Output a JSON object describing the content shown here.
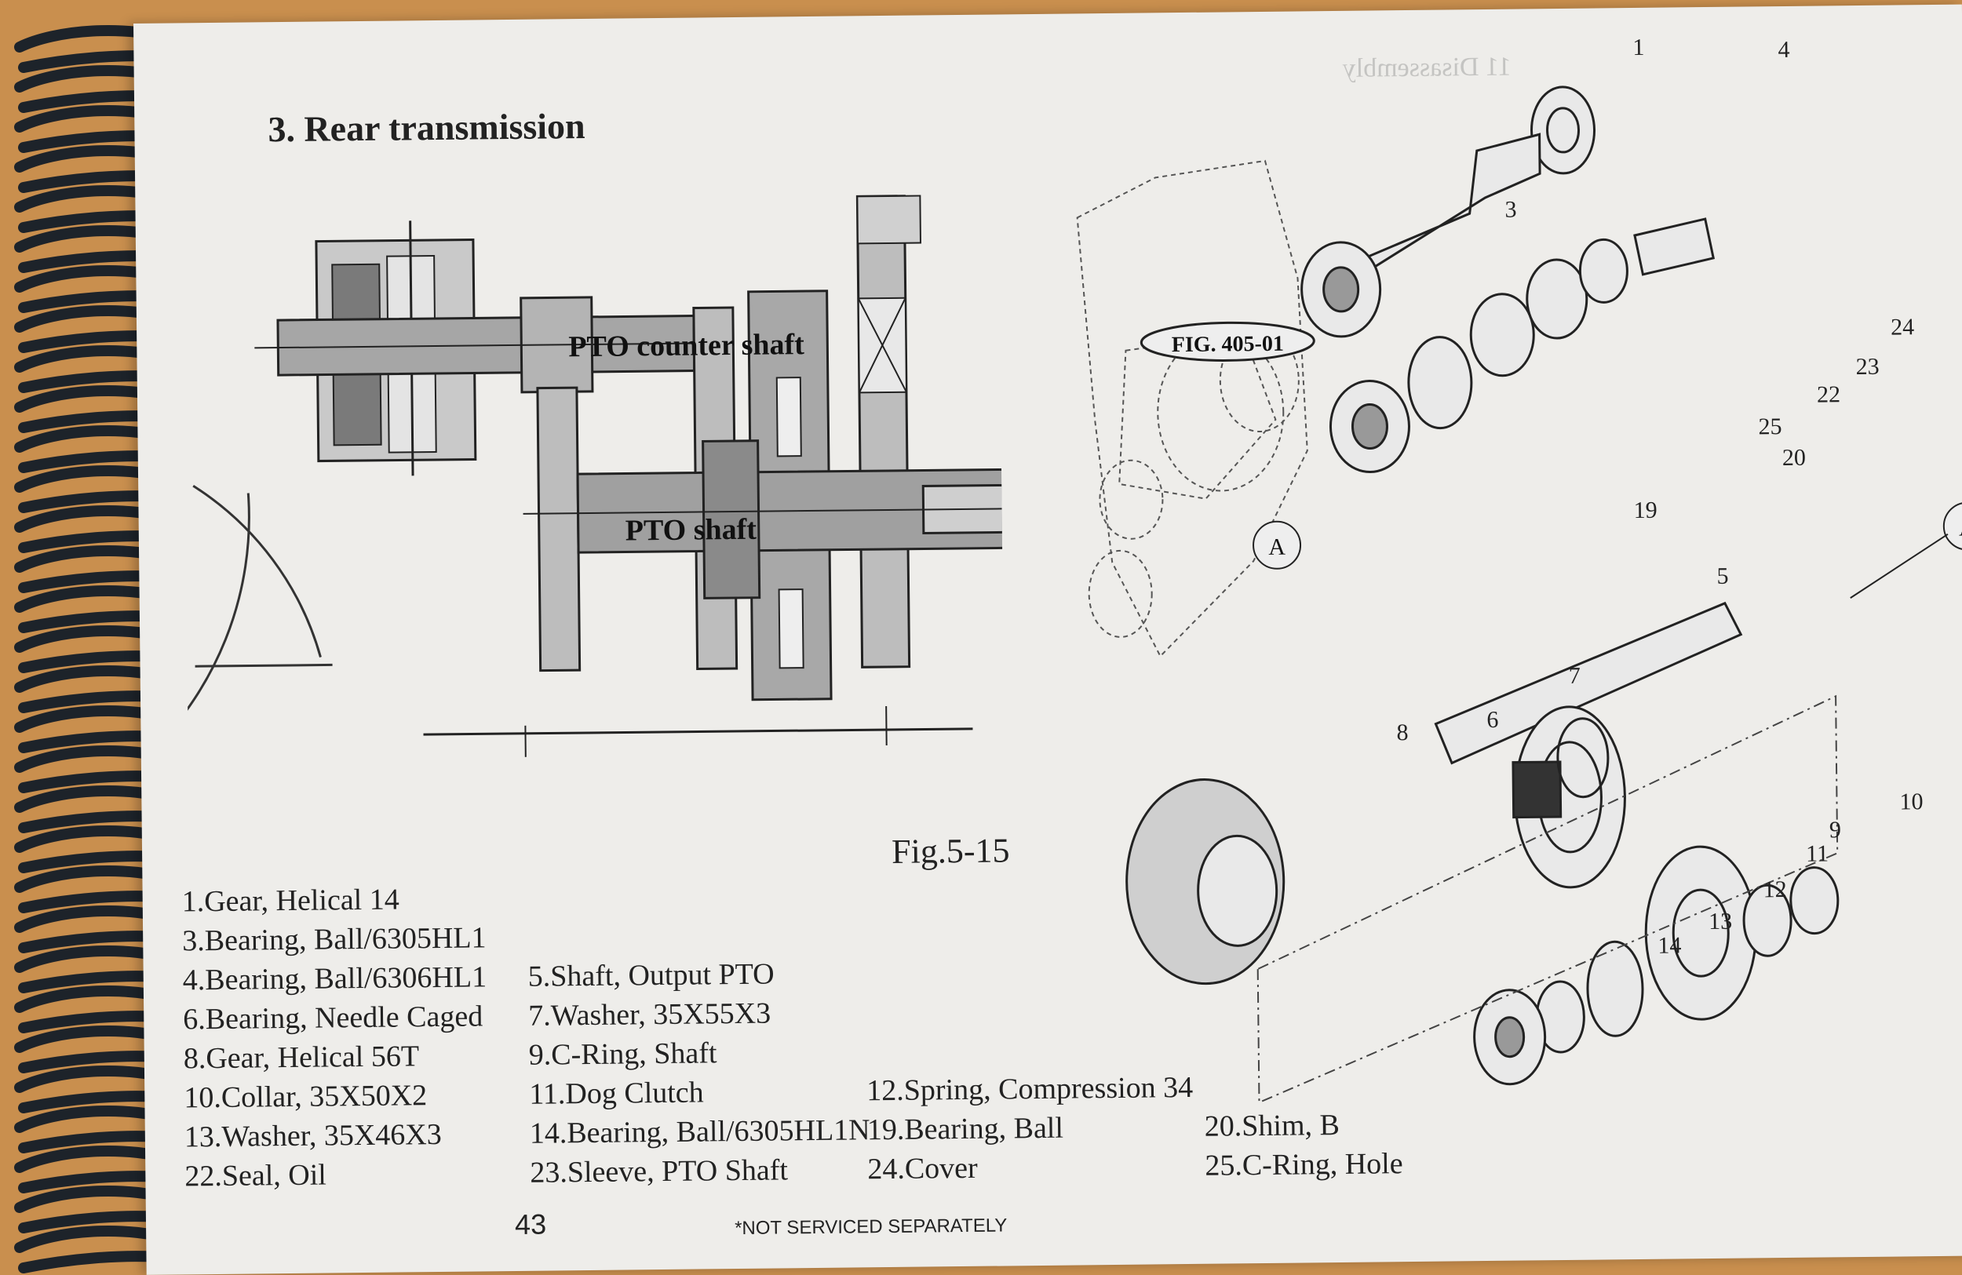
{
  "section_title": "3. Rear transmission",
  "cross_section": {
    "counter_shaft_label": "PTO counter shaft",
    "pto_shaft_label": "PTO shaft"
  },
  "figure_caption": "Fig.5-15",
  "exploded": {
    "fig_ref": "FIG. 405-01",
    "callout_a": "A",
    "part_numbers": [
      "1",
      "3",
      "4",
      "5",
      "6",
      "7",
      "8",
      "9",
      "10",
      "11",
      "12",
      "13",
      "14",
      "19",
      "20",
      "22",
      "23",
      "24",
      "25"
    ]
  },
  "parts_list": {
    "col1": [
      "1.Gear, Helical 14",
      "3.Bearing, Ball/6305HL1",
      "4.Bearing, Ball/6306HL1",
      "6.Bearing, Needle Caged",
      "8.Gear, Helical 56T",
      "10.Collar, 35X50X2",
      "13.Washer, 35X46X3",
      "22.Seal, Oil"
    ],
    "col2": [
      "5.Shaft, Output PTO",
      "7.Washer, 35X55X3",
      "9.C-Ring, Shaft",
      "11.Dog Clutch",
      "14.Bearing, Ball/6305HL1N",
      "23.Sleeve, PTO Shaft"
    ],
    "col3": [
      "12.Spring, Compression 34",
      "19.Bearing, Ball",
      "24.Cover"
    ],
    "col4": [
      "20.Shim, B",
      "25.C-Ring, Hole"
    ]
  },
  "footnote": "*NOT SERVICED SEPARATELY",
  "stray_marks": "43"
}
